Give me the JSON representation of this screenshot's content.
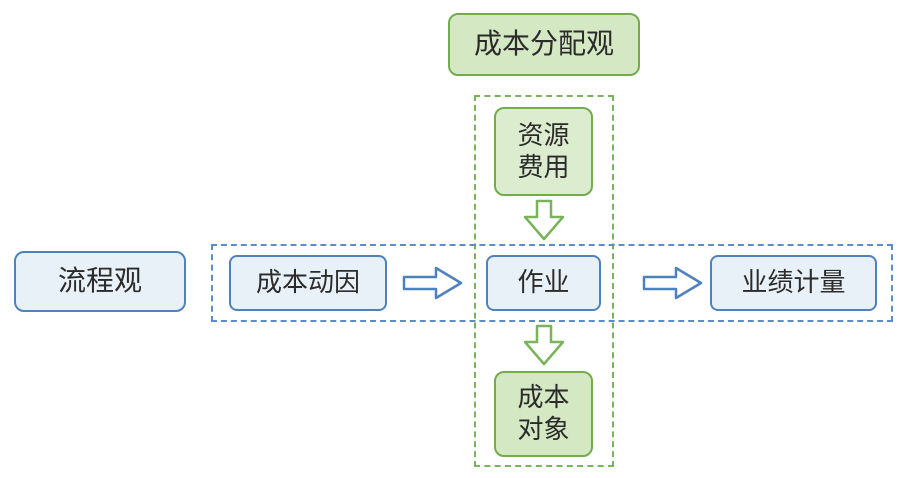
{
  "diagram": {
    "cost_assignment_view": "成本分配观",
    "resource_cost": "资源\n费用",
    "process_view": "流程观",
    "cost_driver": "成本动因",
    "activity": "作业",
    "performance_measure": "业绩计量",
    "cost_object": "成本\n对象"
  },
  "colors": {
    "green_border": "#72ac4d",
    "green_fill": "#dcecce",
    "green_dashed": "#79b35a",
    "blue_border": "#4f81bd",
    "blue_fill": "#e9f1f8",
    "blue_dashed": "#5b8ec9",
    "text": "#2b2b2b",
    "arrow_fill": "#ffffff"
  }
}
